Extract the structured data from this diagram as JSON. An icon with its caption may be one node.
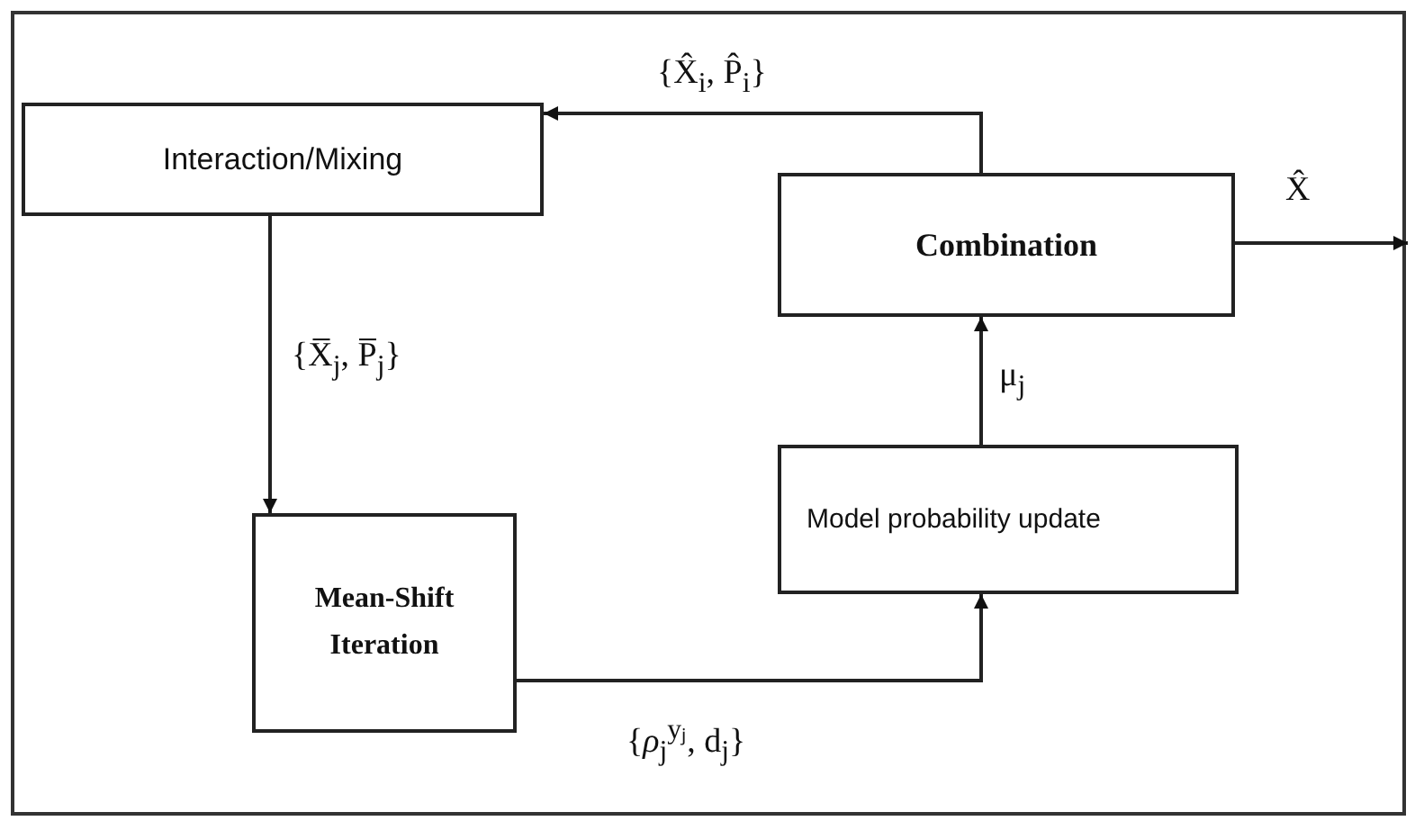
{
  "diagram": {
    "nodes": [
      {
        "text": [
          "Interaction/Mixing"
        ]
      },
      {
        "text": [
          "Combination"
        ]
      },
      {
        "text": [
          "Model probability update"
        ]
      },
      {
        "text": [
          "Mean-Shift Iteration"
        ]
      }
    ],
    "edges": [
      {
        "from": 1,
        "to": 0,
        "arrow": "to",
        "label": "{X̂$_{i}$, P̂$_{i}$}"
      },
      {
        "from": 0,
        "to": 3,
        "arrow": "to",
        "label": "{X̅$_{j}$, P̅$_{j}$}"
      },
      {
        "from": 3,
        "to": 2,
        "arrow": "to",
        "label": "{*ρ*$_{j}$$^{yⱼ}$, d$_{j}$}"
      },
      {
        "from": 2,
        "to": 1,
        "arrow": "to",
        "label": "μ$_{j}$"
      },
      {
        "from": 1,
        "to": null,
        "arrow": "to",
        "label": "X̂"
      }
    ]
  }
}
